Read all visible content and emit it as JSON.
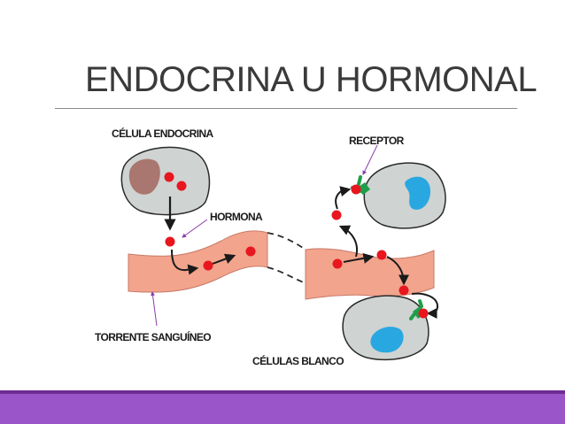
{
  "slide": {
    "title": "ENDOCRINA U HORMONAL"
  },
  "diagram": {
    "labels": {
      "endocrine_cell": "CÉLULA ENDOCRINA",
      "receptor": "RECEPTOR",
      "hormone": "HORMONA",
      "bloodstream": "TORRENTE SANGUÍNEO",
      "target_cells": "CÉLULAS BLANCO"
    },
    "colors": {
      "vessel": "#f2a48c",
      "cell_fill": "#cfd3d2",
      "nucleus_endocrine": "#a9776f",
      "nucleus_target": "#29a7e0",
      "hormone": "#e8161e",
      "receptor": "#1e9e4a",
      "accent_bar": "#9a55c9"
    }
  }
}
